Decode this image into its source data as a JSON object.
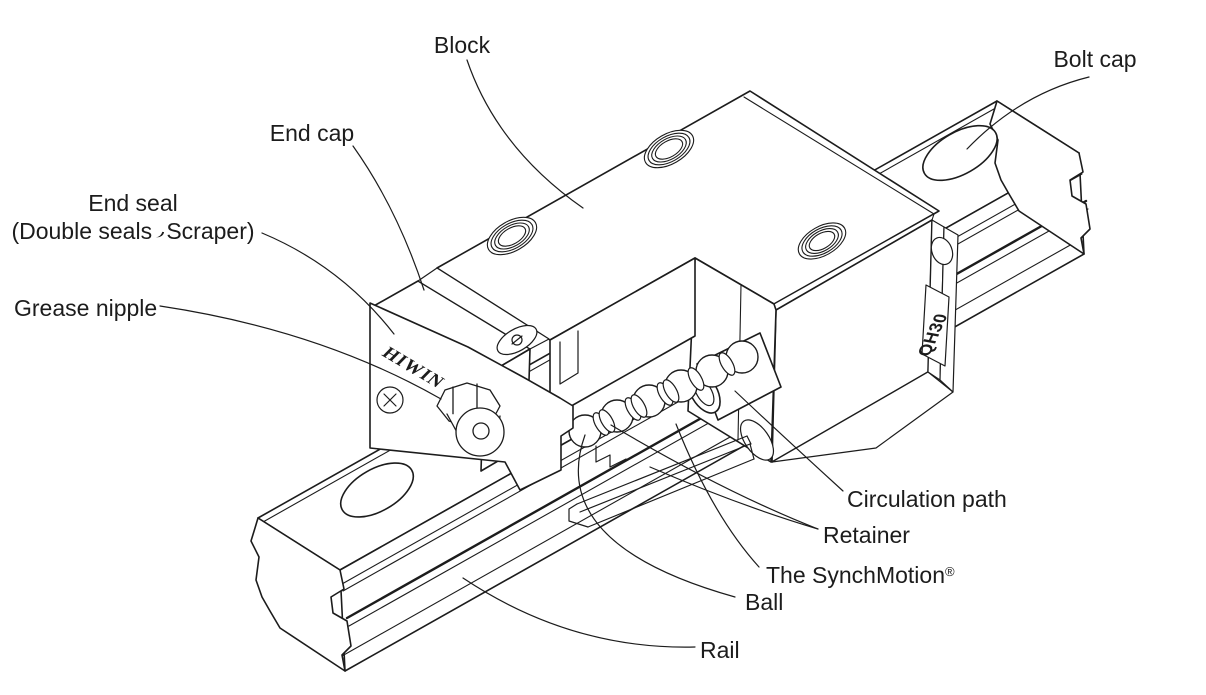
{
  "figure": {
    "description": "Cutaway isometric technical illustration of a linear guideway: block carriage mounted on a profiled rail, section cut revealing balls, retainer and circulation path",
    "background_color": "#ffffff",
    "line_color": "#1c1c1c"
  },
  "labels": {
    "block": "Block",
    "bolt_cap": "Bolt cap",
    "end_cap": "End cap",
    "end_seal_line1": "End seal",
    "end_seal_line2": "(Double seals、Scraper)",
    "end_seal_line2_pre": "(Double seals",
    "end_seal_line2_post": "Scraper)",
    "grease_nipple": "Grease nipple",
    "circulation_path": "Circulation path",
    "retainer": "Retainer",
    "synchmotion": "The SynchMotion",
    "synchmotion_mark": "®",
    "ball": "Ball",
    "rail": "Rail"
  },
  "engravings": {
    "brand_logo": "HIWIN",
    "model_marking": "QH30"
  }
}
